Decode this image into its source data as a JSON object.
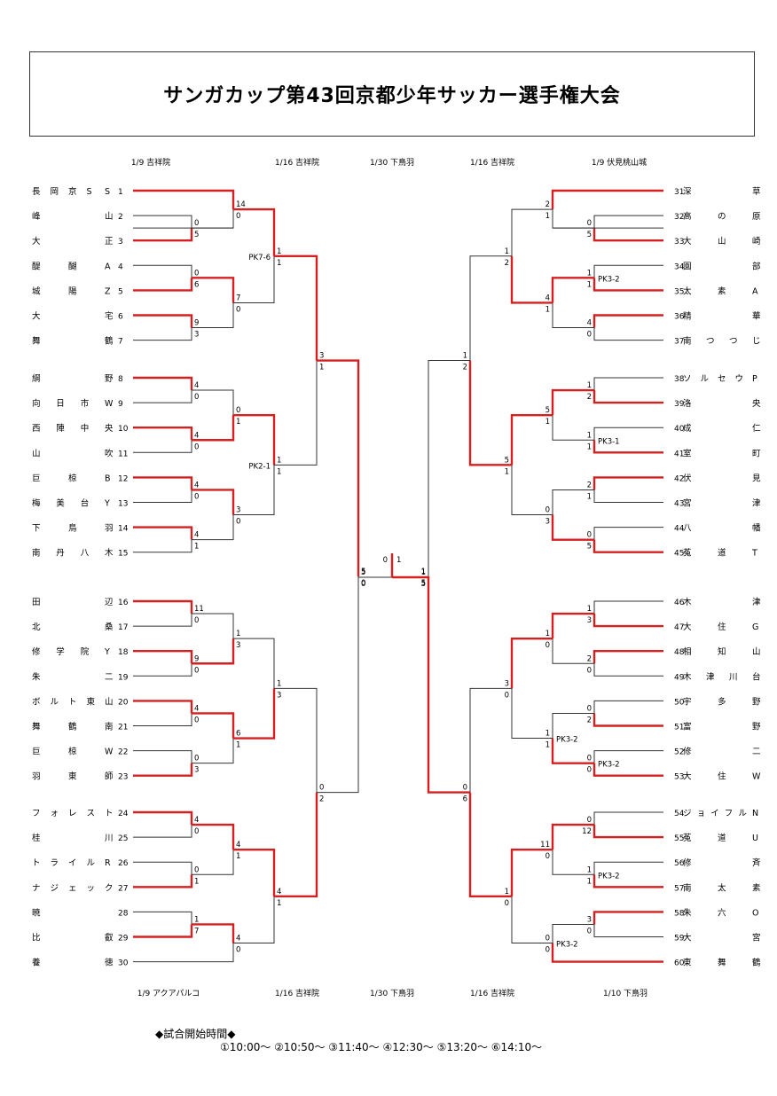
{
  "title": "サンガカップ第43回京都少年サッカー選手権大会",
  "colors": {
    "winner": "#d42020",
    "line": "#333333"
  },
  "round_labels_top": [
    "1/9 吉祥院",
    "1/16 吉祥院",
    "1/30 下鳥羽",
    "1/16 吉祥院",
    "1/9 伏見桃山城"
  ],
  "round_labels_bottom": [
    "1/9 アクアパルコ",
    "1/16 吉祥院",
    "1/30 下鳥羽",
    "1/16 吉祥院",
    "1/10 下鳥羽"
  ],
  "schedule": {
    "title": "◆試合開始時間◆",
    "times": "①10:00～ ②10:50～ ③11:40～ ④12:30～ ⑤13:20～ ⑥14:10～"
  },
  "teams": [
    {
      "no": 1,
      "name": "長岡京SS"
    },
    {
      "no": 2,
      "name": "峰山"
    },
    {
      "no": 3,
      "name": "大正"
    },
    {
      "no": 4,
      "name": "醍醐A"
    },
    {
      "no": 5,
      "name": "城陽Z"
    },
    {
      "no": 6,
      "name": "大宅"
    },
    {
      "no": 7,
      "name": "舞鶴"
    },
    {
      "no": 8,
      "name": "綱野"
    },
    {
      "no": 9,
      "name": "向日市W"
    },
    {
      "no": 10,
      "name": "西陣中央"
    },
    {
      "no": 11,
      "name": "山吹"
    },
    {
      "no": 12,
      "name": "巨椋B"
    },
    {
      "no": 13,
      "name": "梅美台Y"
    },
    {
      "no": 14,
      "name": "下鳥羽"
    },
    {
      "no": 15,
      "name": "南丹八木"
    },
    {
      "no": 16,
      "name": "田辺"
    },
    {
      "no": 17,
      "name": "北桑"
    },
    {
      "no": 18,
      "name": "修学院Y"
    },
    {
      "no": 19,
      "name": "朱二"
    },
    {
      "no": 20,
      "name": "ボルト東山"
    },
    {
      "no": 21,
      "name": "舞鶴南"
    },
    {
      "no": 22,
      "name": "巨椋W"
    },
    {
      "no": 23,
      "name": "羽東師"
    },
    {
      "no": 24,
      "name": "フォレスト"
    },
    {
      "no": 25,
      "name": "桂川"
    },
    {
      "no": 26,
      "name": "トライルR"
    },
    {
      "no": 27,
      "name": "ナジェック"
    },
    {
      "no": 28,
      "name": "暁"
    },
    {
      "no": 29,
      "name": "比叡"
    },
    {
      "no": 30,
      "name": "養徳"
    },
    {
      "no": 31,
      "name": "深草"
    },
    {
      "no": 32,
      "name": "高の原"
    },
    {
      "no": 33,
      "name": "大山崎"
    },
    {
      "no": 34,
      "name": "園部"
    },
    {
      "no": 35,
      "name": "太素A"
    },
    {
      "no": 36,
      "name": "精華"
    },
    {
      "no": 37,
      "name": "南つつじ"
    },
    {
      "no": 38,
      "name": "ソルセウP"
    },
    {
      "no": 39,
      "name": "洛央"
    },
    {
      "no": 40,
      "name": "成仁"
    },
    {
      "no": 41,
      "name": "室町"
    },
    {
      "no": 42,
      "name": "伏見"
    },
    {
      "no": 43,
      "name": "宮津"
    },
    {
      "no": 44,
      "name": "八幡"
    },
    {
      "no": 45,
      "name": "菟道T"
    },
    {
      "no": 46,
      "name": "木津"
    },
    {
      "no": 47,
      "name": "大住G"
    },
    {
      "no": 48,
      "name": "相知山"
    },
    {
      "no": 49,
      "name": "木津川台"
    },
    {
      "no": 50,
      "name": "宇多野"
    },
    {
      "no": 51,
      "name": "富野"
    },
    {
      "no": 52,
      "name": "修二"
    },
    {
      "no": 53,
      "name": "大住W"
    },
    {
      "no": 54,
      "name": "ジョイフルN"
    },
    {
      "no": 55,
      "name": "菟道U"
    },
    {
      "no": 56,
      "name": "修斉"
    },
    {
      "no": 57,
      "name": "南太素"
    },
    {
      "no": 58,
      "name": "朱六O"
    },
    {
      "no": 59,
      "name": "大宮"
    },
    {
      "no": 60,
      "name": "東舞鶴"
    }
  ]
}
